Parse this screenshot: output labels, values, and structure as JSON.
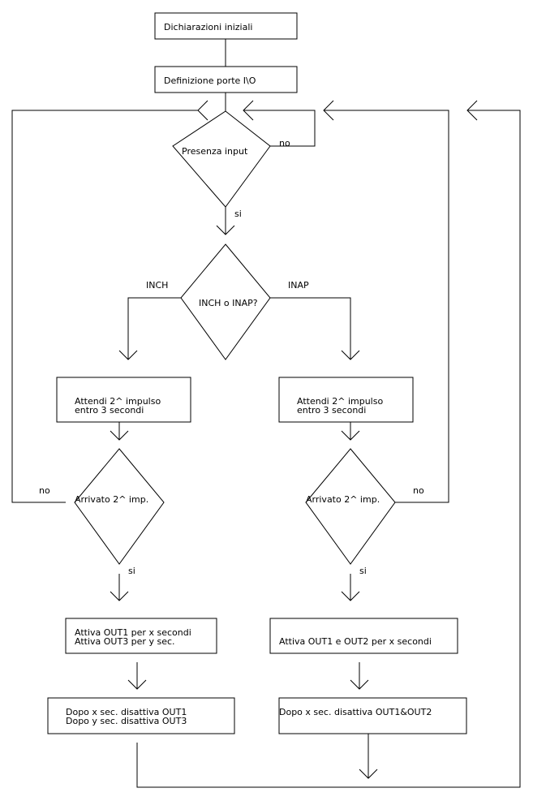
{
  "boxes": {
    "init": "Dichiarazioni iniziali",
    "ports": "Definizione porte I\\O",
    "wait_left_1": "Attendi 2^ impulso",
    "wait_left_2": "entro 3 secondi",
    "wait_right_1": "Attendi 2^ impulso",
    "wait_right_2": "entro 3 secondi",
    "act_left_1": "Attiva OUT1 per x secondi",
    "act_left_2": "Attiva OUT3 per y sec.",
    "act_right": "Attiva OUT1 e OUT2 per x secondi",
    "off_left_1": "Dopo x sec. disattiva OUT1",
    "off_left_2": "Dopo y sec. disattiva OUT3",
    "off_right": "Dopo x sec. disattiva OUT1&OUT2"
  },
  "decisions": {
    "input": "Presenza input",
    "type": "INCH o INAP?",
    "arrived_left": "Arrivato 2^ imp.",
    "arrived_right": "Arrivato 2^ imp."
  },
  "labels": {
    "no_input": "no",
    "si_input": "si",
    "inch": "INCH",
    "inap": "INAP",
    "no_left": "no",
    "no_right": "no",
    "si_left": "si",
    "si_right": "si"
  }
}
